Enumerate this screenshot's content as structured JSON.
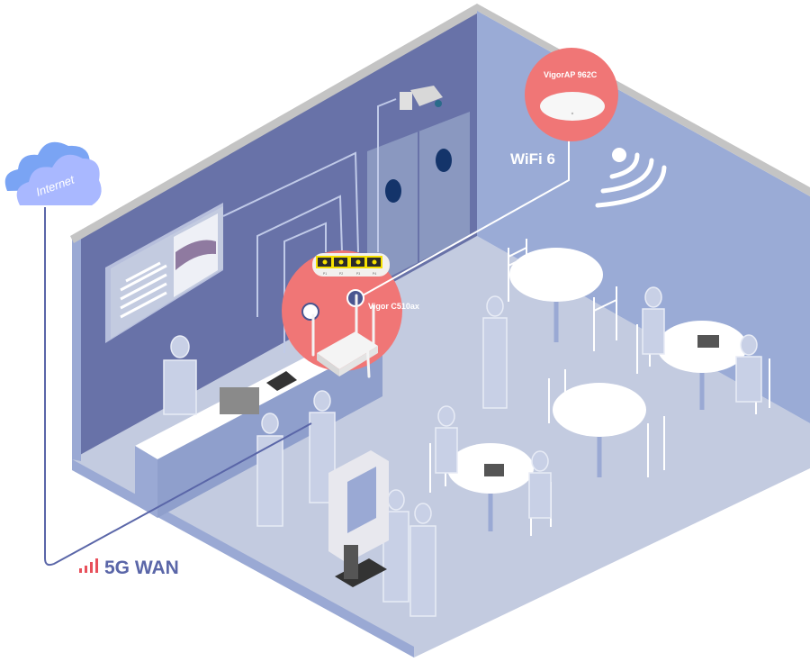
{
  "labels": {
    "internet": "Internet",
    "wan": "5G WAN",
    "wifi": "WiFi 6",
    "ap_model": "VigorAP 962C",
    "router_model": "Vigor C510ax",
    "ports": [
      "P1",
      "P2",
      "P3",
      "P4"
    ]
  },
  "colors": {
    "highlight": "#f07676",
    "left_wall": "#6872a8",
    "right_wall": "#9aa9d4",
    "floor": "#c3cbe0",
    "wan_text": "#5a66a8",
    "signal": "#e8505b",
    "port": "#f5e000"
  }
}
